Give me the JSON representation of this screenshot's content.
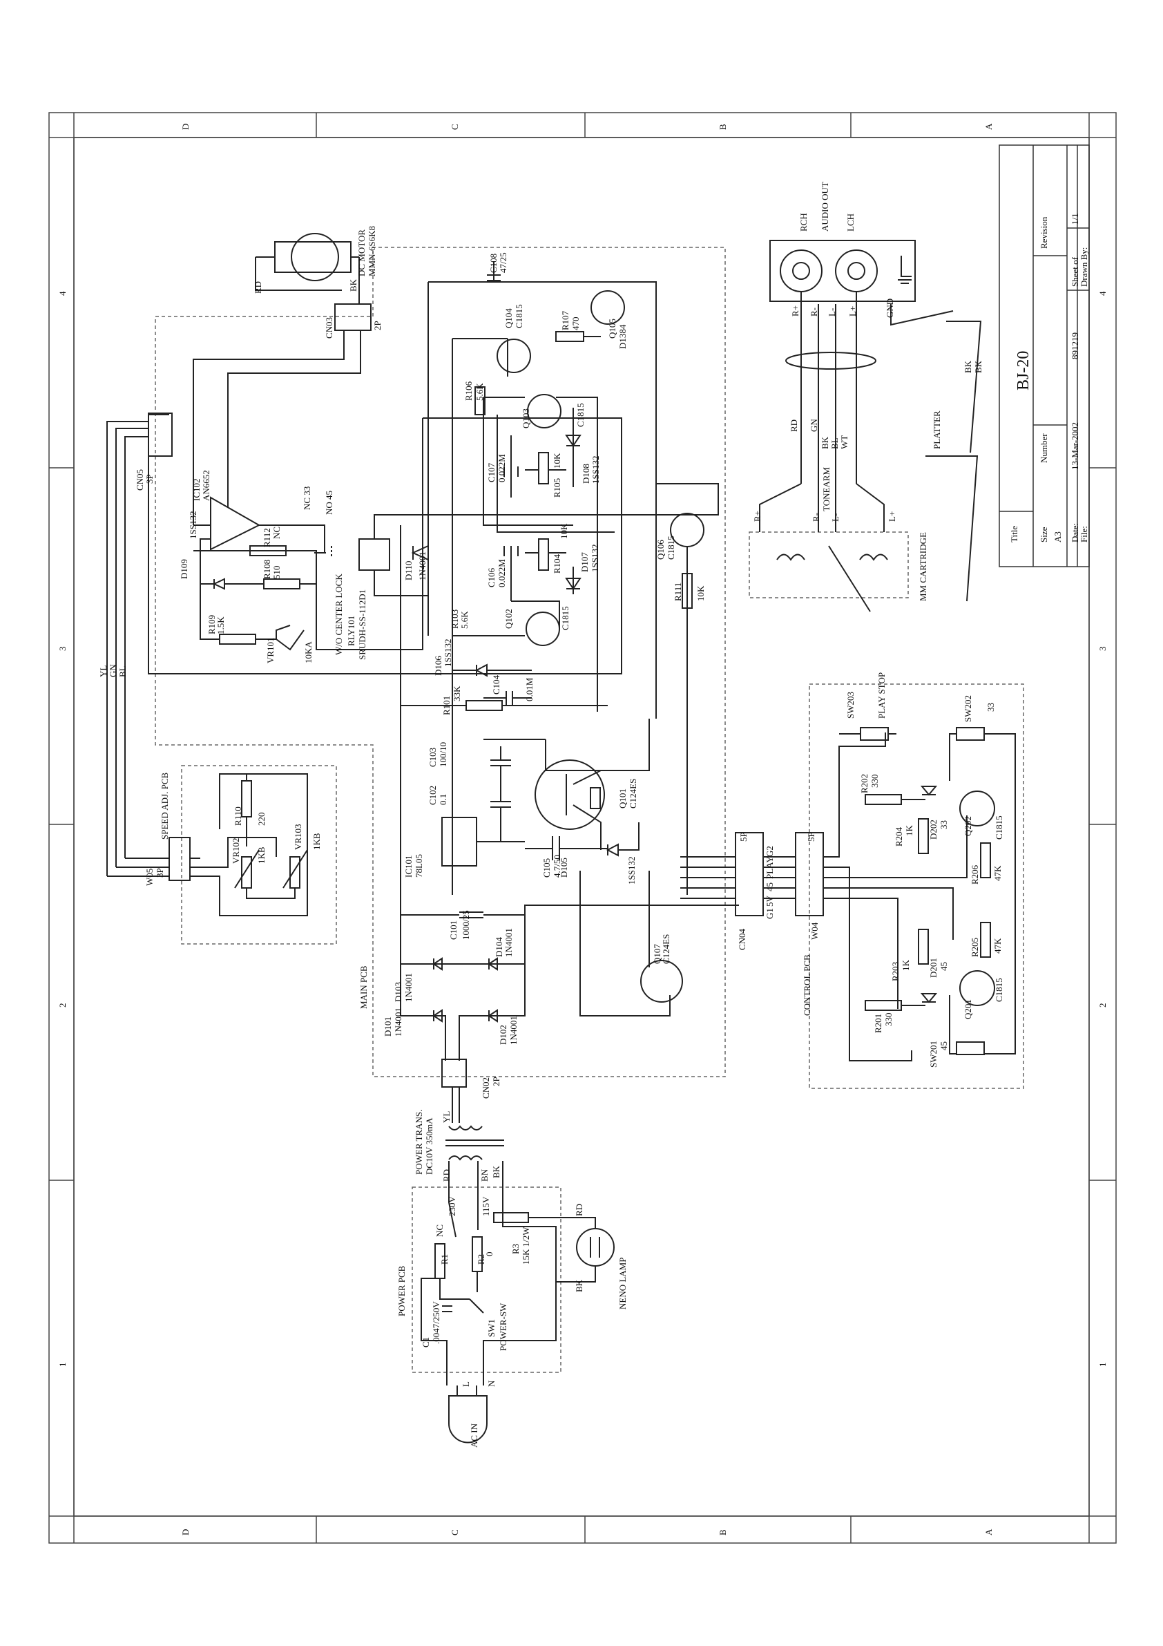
{
  "title_block": {
    "title_label": "Title",
    "title": "BJ-20",
    "size_label": "Size",
    "size": "A3",
    "number_label": "Number",
    "number": "891219",
    "revision_label": "Revision",
    "revision": "1/1",
    "date_label": "Date:",
    "date": "13-Mar-2002",
    "sheet_label": "Sheet of",
    "file_label": "File:",
    "drawn_label": "Drawn By:"
  },
  "border": {
    "rows": [
      "D",
      "C",
      "B",
      "A"
    ],
    "cols": [
      "4",
      "3",
      "2",
      "1"
    ]
  },
  "blocks": {
    "main_pcb": "MAIN PCB",
    "control_pcb": "CONTROL PCB",
    "power_pcb": "POWER PCB",
    "speed_adj_pcb": "SPEED ADJ. PCB",
    "mm_cartridge": "MM CARTRIDGE",
    "platter": "PLATTER",
    "tonearm": "TONEARM",
    "audio_out": "AUDIO OUT",
    "rch": "RCH",
    "lch": "LCH",
    "ac_in": "AC IN",
    "neno_lamp": "NENO LAMP",
    "power_trans": "POWER TRANS.",
    "power_trans_spec": "DC10V 350mA",
    "dc_motor": "DC MOTOR",
    "dc_motor_part": "MMN-6S6K8",
    "wo_center_lock": "W/O CENTER LOCK"
  },
  "components": {
    "ic102": "IC102",
    "ic102_part": "AN6652",
    "ic101": "IC101",
    "ic101_part": "78L05",
    "ry101": "RLY101",
    "ry101_part": "SRUDH-SS-112D1",
    "nc33": "NC 33",
    "no45": "NO 45",
    "r112": "R112",
    "r112_val": "NC",
    "r108": "R108",
    "r108_val": "510",
    "r109": "R109",
    "r109_val": "1.5K",
    "vr101": "VR101",
    "vr101_val": "10KA",
    "d109": "D109",
    "d109_part": "1SS132",
    "d110": "D110",
    "d110_part": "1N4001",
    "d106": "D106",
    "d106_part": "1SS132",
    "r101": "R101",
    "r101_val": "33K",
    "c104": "C104",
    "c104_val": "0.01M",
    "r103": "R103",
    "r103_val": "5.6K",
    "q102": "Q102",
    "q102_part": "C1815",
    "c106": "C106",
    "c106_val": "0.022M",
    "r104": "R104",
    "r104_val": "10K",
    "d107": "D107",
    "d107_part": "1SS132",
    "c107": "C107",
    "c107_val": "0.022M",
    "r105": "R105",
    "r105_val": "10K",
    "d108": "D108",
    "d108_part": "1SS132",
    "q103": "Q103",
    "q103_part": "C1815",
    "r106": "R106",
    "r106_val": "5.6K",
    "q104": "Q104",
    "q104_part": "C1815",
    "r107": "R107",
    "r107_val": "470",
    "q105": "Q105",
    "q105_part": "D1384",
    "c108": "C108",
    "c108_val": "47/25",
    "q106": "Q106",
    "q106_part": "C1815",
    "r111": "R111",
    "r111_val": "10K",
    "c103": "C103",
    "c103_val": "100/10",
    "c102": "C102",
    "c102_val": "0.1",
    "q101": "Q101",
    "q101_part": "C124ES",
    "c105": "C105",
    "c105_val": "4.7/50",
    "d105": "D105",
    "d105_part": "1SS132",
    "c101": "C101",
    "c101_val": "1000/25",
    "d104": "D104",
    "d104_part": "1N4001",
    "d103": "D103",
    "d103_part": "1N4001",
    "d101": "D101",
    "d101_part": "1N4001",
    "d102": "D102",
    "d102_part": "1N4001",
    "q107": "Q107",
    "q107_part": "C124ES",
    "cn02": "CN02",
    "cn02_pins": "2P",
    "cn03": "CN03",
    "cn03_pins": "2P",
    "cn04": "CN04",
    "cn05": "CN05",
    "cn05_pins": "3P",
    "w04": "W04",
    "w05": "W05",
    "w05_pins": "3P",
    "p5": "5P",
    "r110": "R110",
    "r110_val": "220",
    "vr102": "VR102",
    "vr102_val": "1KB",
    "vr103": "VR103",
    "vr103_val": "1KB",
    "sw203": "SW203",
    "sw203_name": "PLAY STOP",
    "sw202": "SW202",
    "sw202_name": "33",
    "sw201": "SW201",
    "sw201_name": "45",
    "r202": "R202",
    "r202_val": "330",
    "r204": "R204",
    "r204_val": "1K",
    "d202": "D202",
    "d202_val": "33",
    "q202": "Q202",
    "q202_part": "C1815",
    "r206": "R206",
    "r206_val": "47K",
    "r203": "R203",
    "r203_val": "1K",
    "d201": "D201",
    "d201_val": "45",
    "r205": "R205",
    "r205_val": "47K",
    "q201": "Q201",
    "q201_part": "C1815",
    "r201": "R201",
    "r201_val": "330",
    "c1": "C1",
    "c1_val": ".0047/250V",
    "sw1": "SW1",
    "sw1_name": "POWER-SW",
    "r1": "R1",
    "r1_val": "NC",
    "r2": "R2",
    "r2_val": "0",
    "r3": "R3",
    "r3_val": "15K 1/2W",
    "v230": "230V",
    "v115": "115V"
  },
  "wire_tags": {
    "rd": "RD",
    "bk": "BK",
    "yl": "YL",
    "gn": "GN",
    "bl": "BL",
    "bn": "BN",
    "wt": "WT",
    "gnd": "GND",
    "l": "L",
    "n": "N",
    "r_plus": "R+",
    "r_minus": "R-",
    "l_plus": "L+",
    "l_minus": "L-",
    "g2": "G2",
    "play": "PLAY",
    "p45": "45",
    "p5v": "5V",
    "g1": "G1"
  }
}
